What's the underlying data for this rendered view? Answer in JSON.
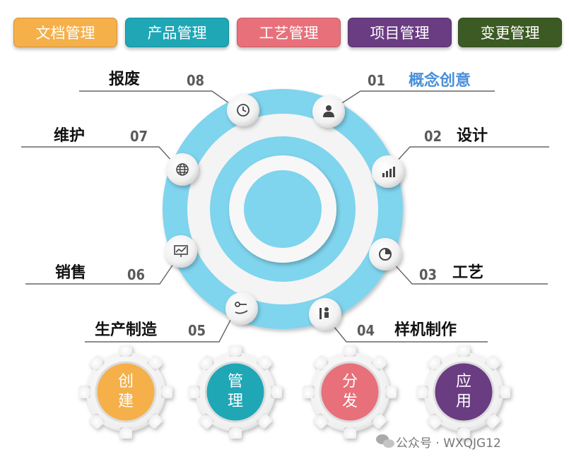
{
  "tabs": [
    {
      "label": "文档管理",
      "color": "#F5B04A"
    },
    {
      "label": "产品管理",
      "color": "#1FA7B6"
    },
    {
      "label": "工艺管理",
      "color": "#E8707A"
    },
    {
      "label": "项目管理",
      "color": "#6A3C82"
    },
    {
      "label": "变更管理",
      "color": "#3C5A23"
    }
  ],
  "stages": [
    {
      "num": "01",
      "label": "概念创意",
      "icon": "person-icon"
    },
    {
      "num": "02",
      "label": "设计",
      "icon": "bar-chart-icon"
    },
    {
      "num": "03",
      "label": "工艺",
      "icon": "pie-chart-icon"
    },
    {
      "num": "04",
      "label": "样机制作",
      "icon": "worker-icon"
    },
    {
      "num": "05",
      "label": "生产制造",
      "icon": "hand-key-icon"
    },
    {
      "num": "06",
      "label": "销售",
      "icon": "monitor-chart-icon"
    },
    {
      "num": "07",
      "label": "维护",
      "icon": "globe-icon"
    },
    {
      "num": "08",
      "label": "报废",
      "icon": "clock-icon"
    }
  ],
  "highlight_color": "#4A90D9",
  "ring_color": "#7FD4EE",
  "gears": [
    {
      "line1": "创",
      "line2": "建",
      "color": "#F5B04A"
    },
    {
      "line1": "管",
      "line2": "理",
      "color": "#1FA7B6"
    },
    {
      "line1": "分",
      "line2": "发",
      "color": "#E8707A"
    },
    {
      "line1": "应",
      "line2": "用",
      "color": "#6A3C82"
    }
  ],
  "watermark": "公众号 · WXQJG12"
}
